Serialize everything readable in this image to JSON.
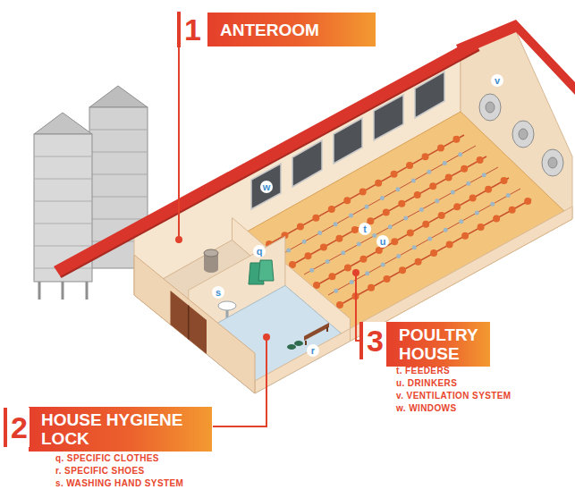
{
  "diagram": {
    "nodes": [
      {
        "text": [
          "ANTEROOM"
        ]
      },
      {
        "text": [
          "POULTRY HOUSE"
        ]
      },
      {
        "text": [
          "HOUSE HYGIENE LOCK"
        ]
      }
    ],
    "labels": [
      "1",
      "2",
      "q. SPECIFIC CLOTHES",
      "r. SPECIFIC SHOES",
      "s. WASHING HAND SYSTEM",
      "3",
      "t. FEEDERS",
      "u. DRINKERS",
      "v. VENTILATION SYSTEM",
      "w. WINDOWS",
      "w",
      "v",
      "t",
      "u",
      "q",
      "s",
      "r"
    ]
  }
}
